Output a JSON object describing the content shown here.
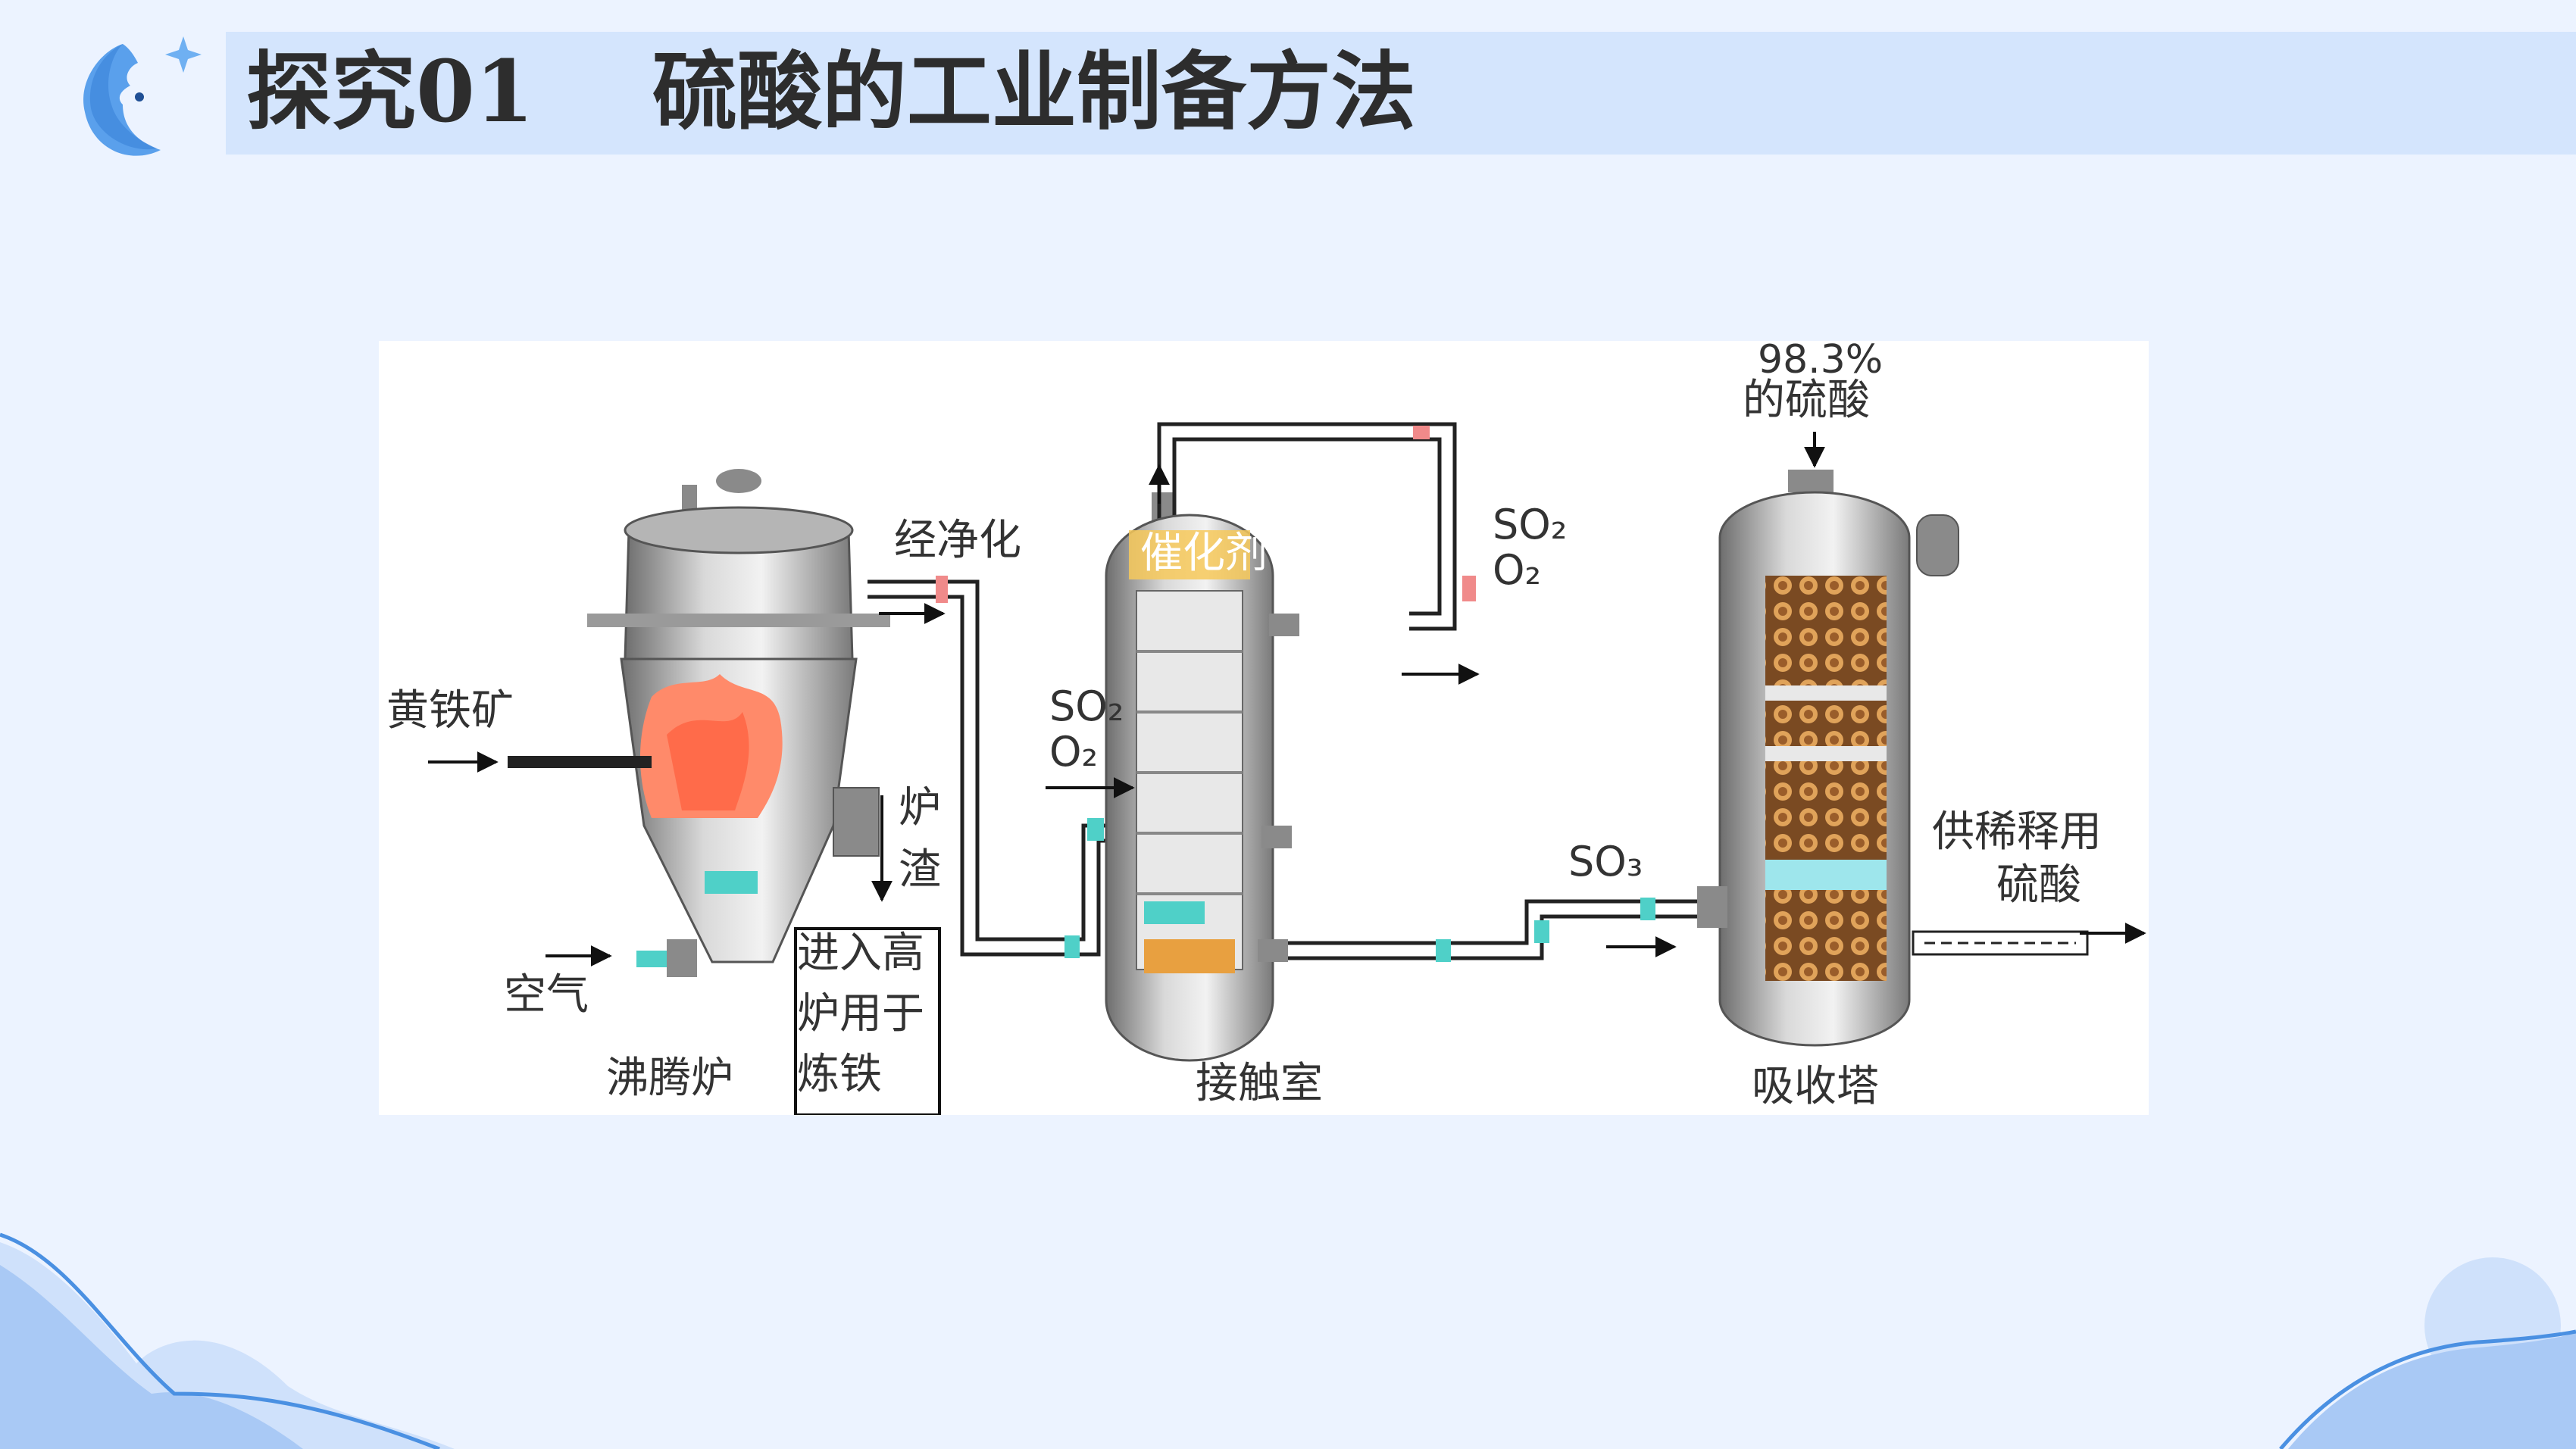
{
  "header": {
    "title": "探究01    硫酸的工业制备方法"
  },
  "colors": {
    "background": "#ecf3ff",
    "title_bar": "#d4e5fd",
    "accent": "#4a90e2"
  },
  "diagram": {
    "furnace": {
      "name": "沸腾炉",
      "input_ore": "黄铁矿",
      "input_air": "空气",
      "output_purified": "经净化",
      "slag_char1": "炉",
      "slag_char2": "渣",
      "slag_use_line1": "进入高",
      "slag_use_line2": "炉用于",
      "slag_use_line3": "炼铁"
    },
    "contact_chamber": {
      "name": "接触室",
      "catalyst": "催化剂",
      "gas_in_1": "SO₂",
      "gas_in_2": "O₂",
      "gas_loop_1": "SO₂",
      "gas_loop_2": "O₂"
    },
    "absorption_tower": {
      "name": "吸收塔",
      "acid_in_1": "98.3%",
      "acid_in_2": "的硫酸",
      "gas_in": "SO₃",
      "output_line1": "供稀释用",
      "output_line2": "硫酸"
    }
  }
}
